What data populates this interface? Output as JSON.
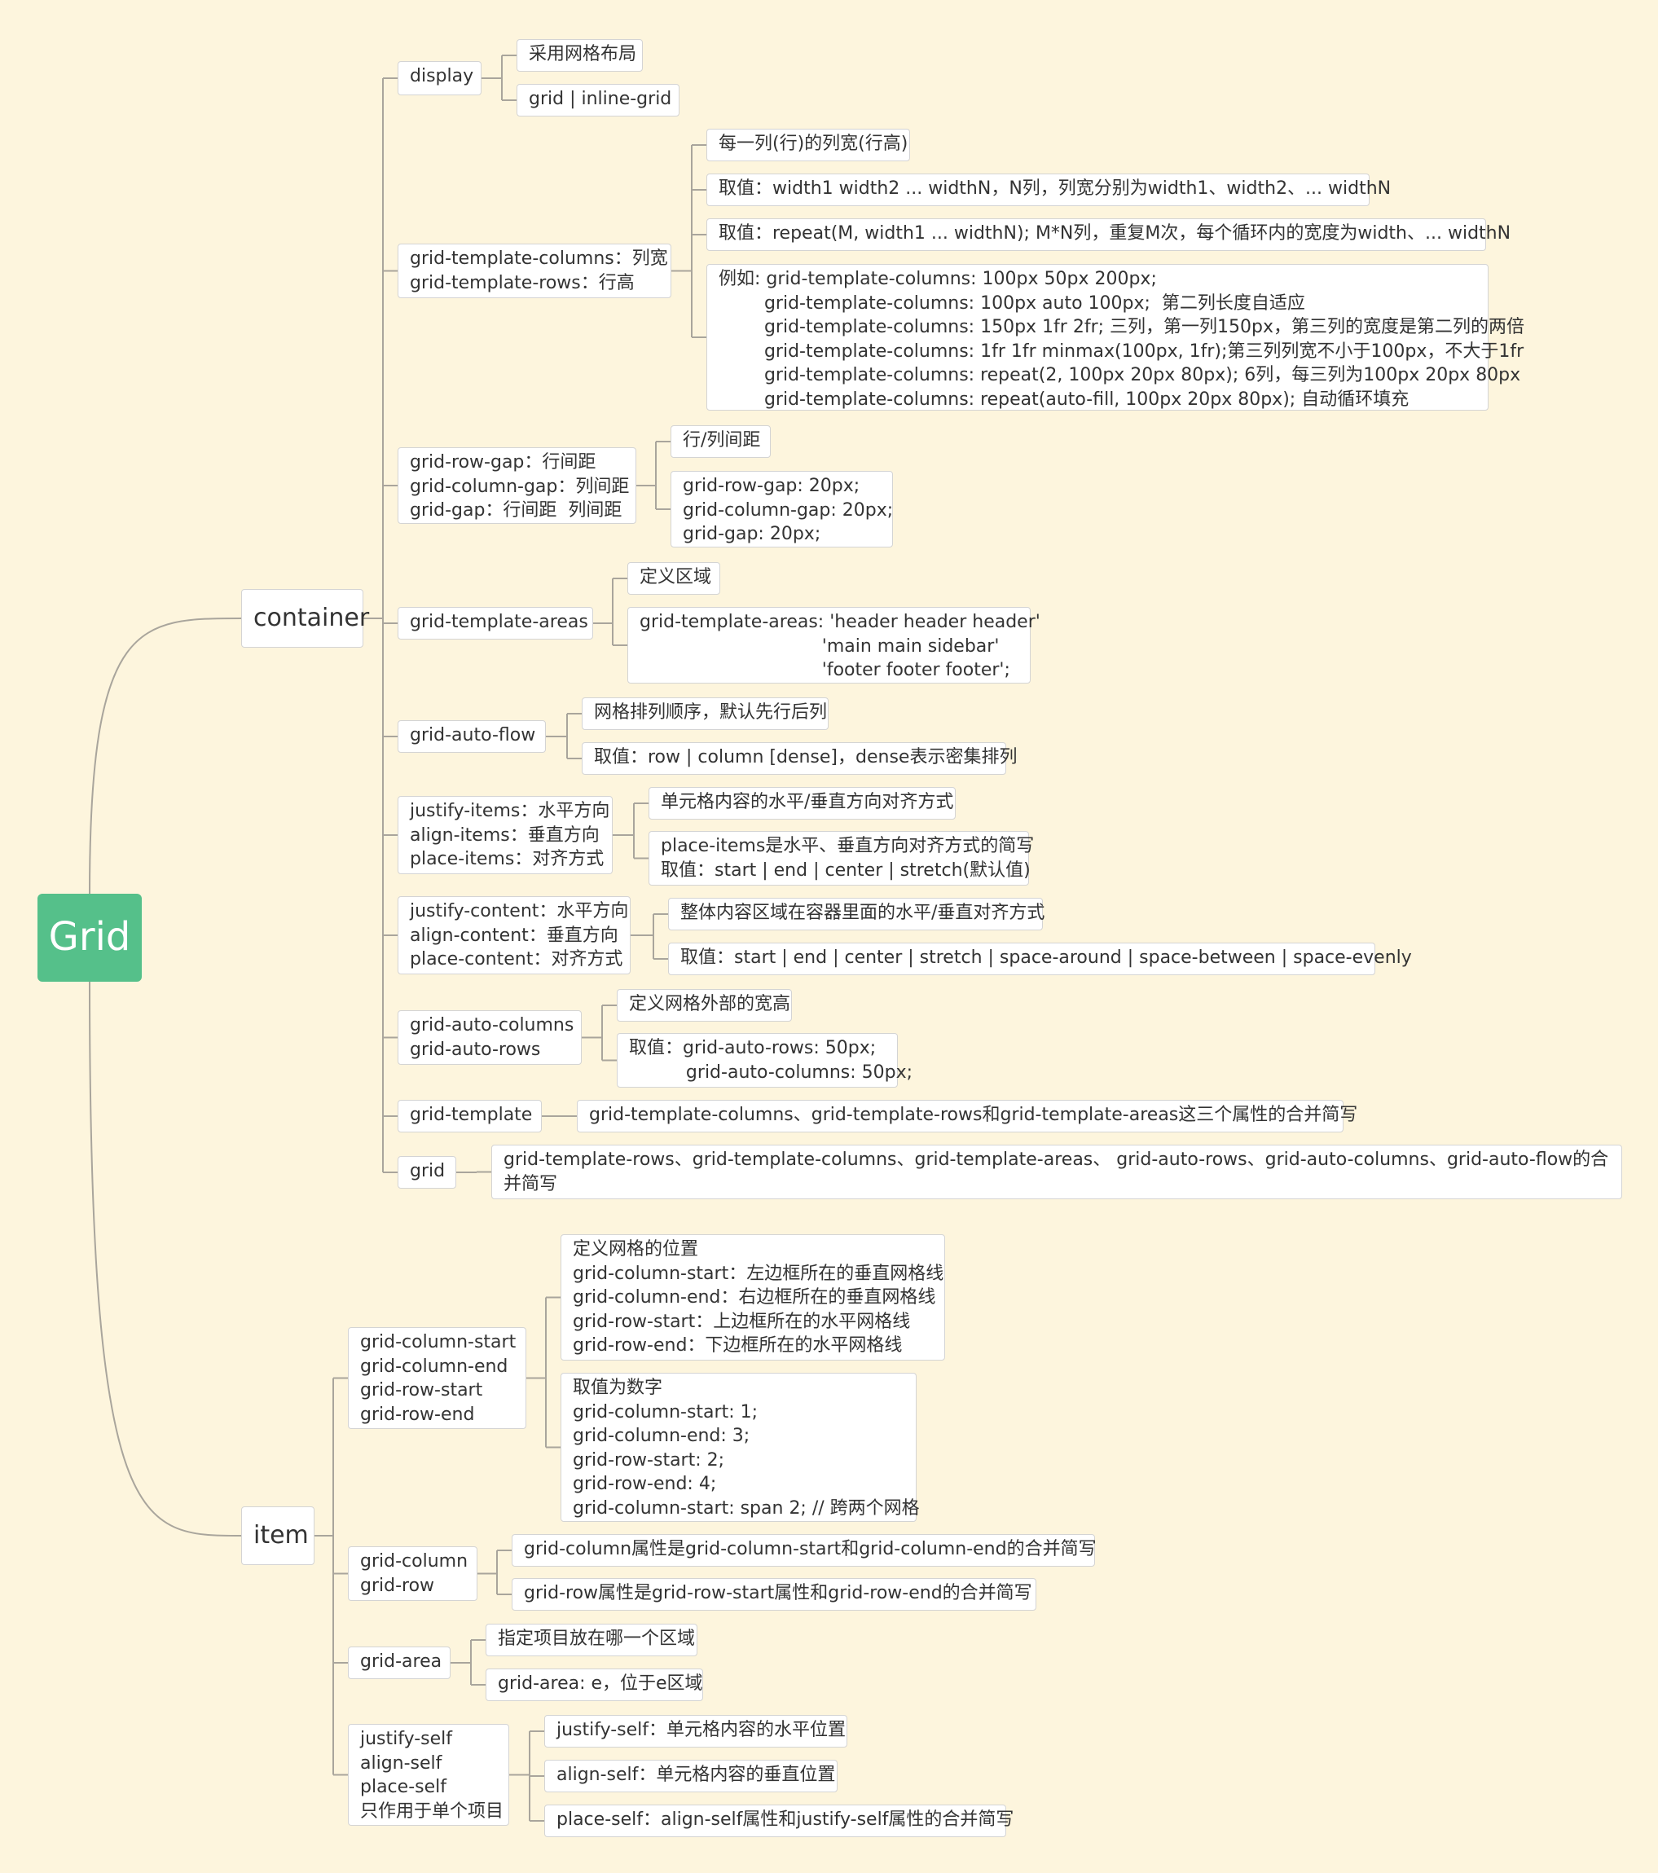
{
  "nodes": [
    {
      "id": "root",
      "text": "Grid"
    },
    {
      "id": "container",
      "text": "container"
    },
    {
      "id": "item",
      "text": "item"
    },
    {
      "id": "display",
      "text": "display"
    },
    {
      "id": "display_a",
      "text": "采用网格布局"
    },
    {
      "id": "display_b",
      "text": "grid | inline-grid"
    },
    {
      "id": "gtc",
      "text": "grid-template-columns：列宽\ngrid-template-rows：行高"
    },
    {
      "id": "gtc_a",
      "text": "每一列(行)的列宽(行高)"
    },
    {
      "id": "gtc_b",
      "text": "取值：width1 width2 ... widthN，N列，列宽分别为width1、width2、... widthN"
    },
    {
      "id": "gtc_c",
      "text": "取值：repeat(M, width1 ... widthN); M*N列，重复M次，每个循环内的宽度为width、... widthN"
    },
    {
      "id": "gtc_d",
      "text": "例如: grid-template-columns: 100px 50px 200px;\n        grid-template-columns: 100px auto 100px;  第二列长度自适应\n        grid-template-columns: 150px 1fr 2fr; 三列，第一列150px，第三列的宽度是第二列的两倍\n        grid-template-columns: 1fr 1fr minmax(100px, 1fr);第三列列宽不小于100px，不大于1fr\n        grid-template-columns: repeat(2, 100px 20px 80px); 6列，每三列为100px 20px 80px\n        grid-template-columns: repeat(auto-fill, 100px 20px 80px); 自动循环填充"
    },
    {
      "id": "gap",
      "text": "grid-row-gap：行间距\ngrid-column-gap：列间距\ngrid-gap：行间距  列间距"
    },
    {
      "id": "gap_a",
      "text": "行/列间距"
    },
    {
      "id": "gap_b",
      "text": "grid-row-gap: 20px;\ngrid-column-gap: 20px;\ngrid-gap: 20px;"
    },
    {
      "id": "gta",
      "text": "grid-template-areas"
    },
    {
      "id": "gta_a",
      "text": "定义区域"
    },
    {
      "id": "gta_b",
      "text": "grid-template-areas: 'header header header'\n                                'main main sidebar'\n                                'footer footer footer';"
    },
    {
      "id": "gaf",
      "text": "grid-auto-flow"
    },
    {
      "id": "gaf_a",
      "text": "网格排列顺序，默认先行后列"
    },
    {
      "id": "gaf_b",
      "text": "取值：row | column [dense]，dense表示密集排列"
    },
    {
      "id": "ji",
      "text": "justify-items：水平方向\nalign-items：垂直方向\nplace-items：对齐方式"
    },
    {
      "id": "ji_a",
      "text": "单元格内容的水平/垂直方向对齐方式"
    },
    {
      "id": "ji_b",
      "text": "place-items是水平、垂直方向对齐方式的简写\n取值：start | end | center | stretch(默认值)"
    },
    {
      "id": "jc",
      "text": "justify-content：水平方向\nalign-content：垂直方向\nplace-content：对齐方式"
    },
    {
      "id": "jc_a",
      "text": "整体内容区域在容器里面的水平/垂直对齐方式"
    },
    {
      "id": "jc_b",
      "text": "取值：start | end | center | stretch | space-around | space-between | space-evenly"
    },
    {
      "id": "gac",
      "text": "grid-auto-columns\ngrid-auto-rows"
    },
    {
      "id": "gac_a",
      "text": "定义网格外部的宽高"
    },
    {
      "id": "gac_b",
      "text": "取值：grid-auto-rows: 50px;\n          grid-auto-columns: 50px;"
    },
    {
      "id": "gt",
      "text": "grid-template"
    },
    {
      "id": "gt_a",
      "text": "grid-template-columns、grid-template-rows和grid-template-areas这三个属性的合并简写"
    },
    {
      "id": "grid",
      "text": "grid"
    },
    {
      "id": "grid_a",
      "text": "grid-template-rows、grid-template-columns、grid-template-areas、 grid-auto-rows、grid-auto-columns、grid-auto-flow的合并简写"
    },
    {
      "id": "gcs",
      "text": "grid-column-start\ngrid-column-end\ngrid-row-start\ngrid-row-end"
    },
    {
      "id": "gcs_a",
      "text": "定义网格的位置\ngrid-column-start：左边框所在的垂直网格线\ngrid-column-end：右边框所在的垂直网格线\ngrid-row-start：上边框所在的水平网格线\ngrid-row-end：下边框所在的水平网格线"
    },
    {
      "id": "gcs_b",
      "text": "取值为数字\ngrid-column-start: 1;\ngrid-column-end: 3;\ngrid-row-start: 2;\ngrid-row-end: 4;\ngrid-column-start: span 2; // 跨两个网格"
    },
    {
      "id": "gcol",
      "text": "grid-column\ngrid-row"
    },
    {
      "id": "gcol_a",
      "text": "grid-column属性是grid-column-start和grid-column-end的合并简写"
    },
    {
      "id": "gcol_b",
      "text": "grid-row属性是grid-row-start属性和grid-row-end的合并简写"
    },
    {
      "id": "garea",
      "text": "grid-area"
    },
    {
      "id": "garea_a",
      "text": "指定项目放在哪一个区域"
    },
    {
      "id": "garea_b",
      "text": "grid-area: e，位于e区域"
    },
    {
      "id": "js",
      "text": "justify-self\nalign-self\nplace-self\n只作用于单个项目"
    },
    {
      "id": "js_a",
      "text": "justify-self：单元格内容的水平位置"
    },
    {
      "id": "js_b",
      "text": "align-self：单元格内容的垂直位置"
    },
    {
      "id": "js_c",
      "text": "place-self：align-self属性和justify-self属性的合并简写"
    }
  ],
  "edges": [
    [
      "root",
      "container"
    ],
    [
      "root",
      "item"
    ],
    [
      "container",
      "display"
    ],
    [
      "container",
      "gtc"
    ],
    [
      "container",
      "gap"
    ],
    [
      "container",
      "gta"
    ],
    [
      "container",
      "gaf"
    ],
    [
      "container",
      "ji"
    ],
    [
      "container",
      "jc"
    ],
    [
      "container",
      "gac"
    ],
    [
      "container",
      "gt"
    ],
    [
      "container",
      "grid"
    ],
    [
      "display",
      "display_a"
    ],
    [
      "display",
      "display_b"
    ],
    [
      "gtc",
      "gtc_a"
    ],
    [
      "gtc",
      "gtc_b"
    ],
    [
      "gtc",
      "gtc_c"
    ],
    [
      "gtc",
      "gtc_d"
    ],
    [
      "gap",
      "gap_a"
    ],
    [
      "gap",
      "gap_b"
    ],
    [
      "gta",
      "gta_a"
    ],
    [
      "gta",
      "gta_b"
    ],
    [
      "gaf",
      "gaf_a"
    ],
    [
      "gaf",
      "gaf_b"
    ],
    [
      "ji",
      "ji_a"
    ],
    [
      "ji",
      "ji_b"
    ],
    [
      "jc",
      "jc_a"
    ],
    [
      "jc",
      "jc_b"
    ],
    [
      "gac",
      "gac_a"
    ],
    [
      "gac",
      "gac_b"
    ],
    [
      "gt",
      "gt_a"
    ],
    [
      "grid",
      "grid_a"
    ],
    [
      "item",
      "gcs"
    ],
    [
      "item",
      "gcol"
    ],
    [
      "item",
      "garea"
    ],
    [
      "item",
      "js"
    ],
    [
      "gcs",
      "gcs_a"
    ],
    [
      "gcs",
      "gcs_b"
    ],
    [
      "gcol",
      "gcol_a"
    ],
    [
      "gcol",
      "gcol_b"
    ],
    [
      "garea",
      "garea_a"
    ],
    [
      "garea",
      "garea_b"
    ],
    [
      "js",
      "js_a"
    ],
    [
      "js",
      "js_b"
    ],
    [
      "js",
      "js_c"
    ]
  ],
  "colors": {
    "background": "#fdf5dd",
    "root_fill": "#55c08a",
    "node_fill": "#ffffff",
    "node_border": "#d4d4d4",
    "line": "#a9a59c",
    "text": "#333333"
  }
}
